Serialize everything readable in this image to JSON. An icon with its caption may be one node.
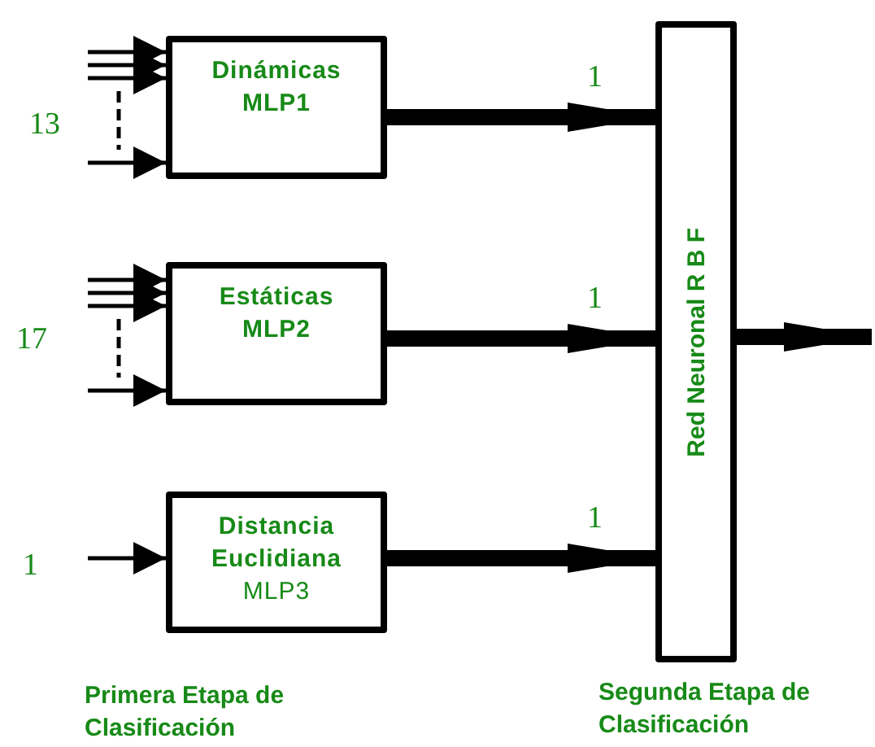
{
  "diagram": {
    "nodes": [
      {
        "text": [
          "Dinámicas MLP1"
        ]
      },
      {
        "text": [
          "Estáticas MLP2"
        ]
      },
      {
        "text": [
          "Distancia Euclidiana",
          "MLP3"
        ]
      },
      {
        "text": [
          "Red Neuronal R B F"
        ]
      }
    ],
    "edges": [
      {
        "from": null,
        "to": 0,
        "arrow": "to"
      },
      {
        "from": null,
        "to": 0,
        "arrow": "to"
      },
      {
        "from": null,
        "to": 0,
        "arrow": "to"
      },
      {
        "from": null,
        "to": 0,
        "arrow": "to"
      },
      {
        "from": null,
        "to": 1,
        "arrow": "to"
      },
      {
        "from": null,
        "to": 1,
        "arrow": "to"
      },
      {
        "from": null,
        "to": 1,
        "arrow": "to"
      },
      {
        "from": null,
        "to": 1,
        "arrow": "to"
      },
      {
        "from": null,
        "to": 2,
        "arrow": "to"
      },
      {
        "from": 0,
        "to": 3,
        "arrow": "to",
        "label": "1",
        "style": "thick"
      },
      {
        "from": 1,
        "to": 3,
        "arrow": "to",
        "label": "1",
        "style": "thick"
      },
      {
        "from": 2,
        "to": 3,
        "arrow": "to",
        "label": "1",
        "style": "thick"
      },
      {
        "from": 3,
        "to": null,
        "arrow": "to",
        "style": "thick"
      }
    ],
    "labels": [
      "13",
      "17",
      "1",
      "Primera Etapa de Clasificación",
      "Segunda Etapa de Clasificación"
    ]
  }
}
